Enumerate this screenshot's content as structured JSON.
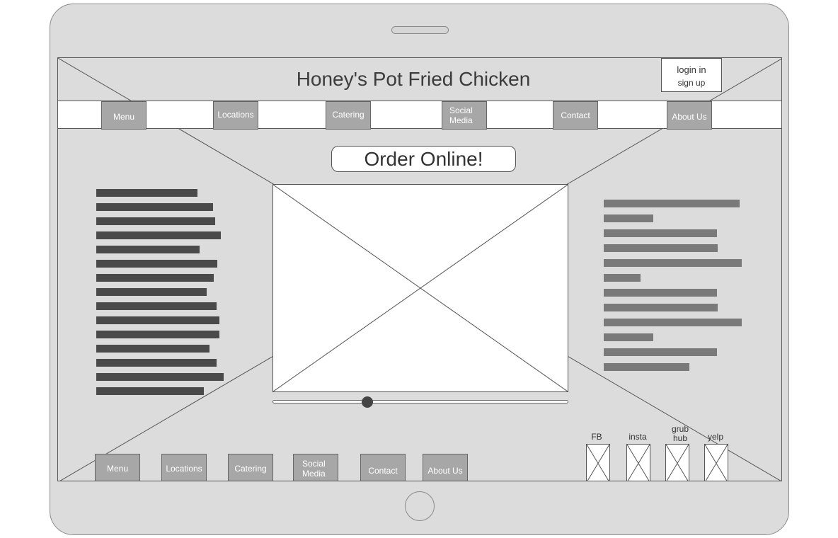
{
  "site": {
    "title": "Honey's Pot Fried Chicken",
    "login": {
      "line1": "login in",
      "line2": "sign up"
    }
  },
  "nav": {
    "items": [
      {
        "label": "Menu"
      },
      {
        "label": "Locations"
      },
      {
        "label": "Catering"
      },
      {
        "label": "Social Media"
      },
      {
        "label": "Contact"
      },
      {
        "label": "About Us"
      }
    ]
  },
  "order_button": {
    "label": "Order Online!"
  },
  "media": {
    "image": "image placeholder",
    "slider_value_percent": 32
  },
  "left_text": {
    "description": "placeholder text lines"
  },
  "right_text": {
    "description": "placeholder text lines"
  },
  "footer_nav": {
    "items": [
      {
        "label": "Menu"
      },
      {
        "label": "Locations"
      },
      {
        "label": "Catering"
      },
      {
        "label": "Social Media"
      },
      {
        "label": "Contact"
      },
      {
        "label": "About Us"
      }
    ]
  },
  "social": {
    "items": [
      {
        "label": "FB"
      },
      {
        "label": "insta"
      },
      {
        "label": "grub hub"
      },
      {
        "label": "yelp"
      }
    ]
  },
  "colors": {
    "device": "#dcdcdc",
    "button": "#a7a7a7",
    "text_bar_dark": "#4a4a4a",
    "text_bar_mid": "#7a7a7a"
  }
}
